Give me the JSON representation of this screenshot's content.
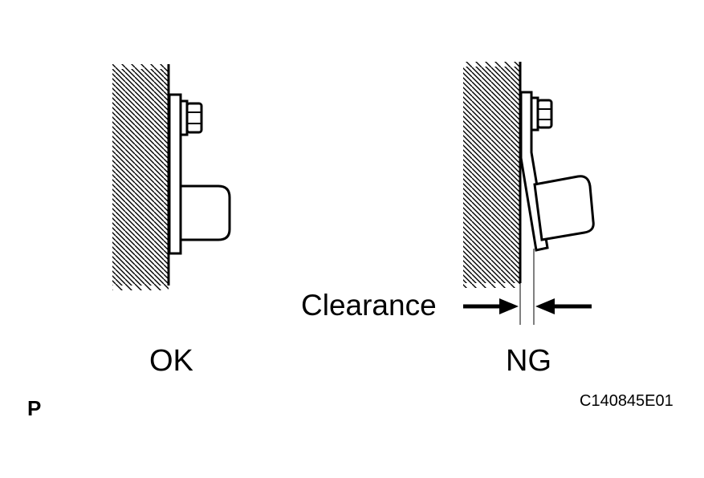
{
  "labels": {
    "clearance": "Clearance",
    "ok": "OK",
    "ng": "NG",
    "p_marker": "P",
    "figure_code": "C140845E01"
  },
  "colors": {
    "line": "#000000",
    "background": "#ffffff"
  }
}
